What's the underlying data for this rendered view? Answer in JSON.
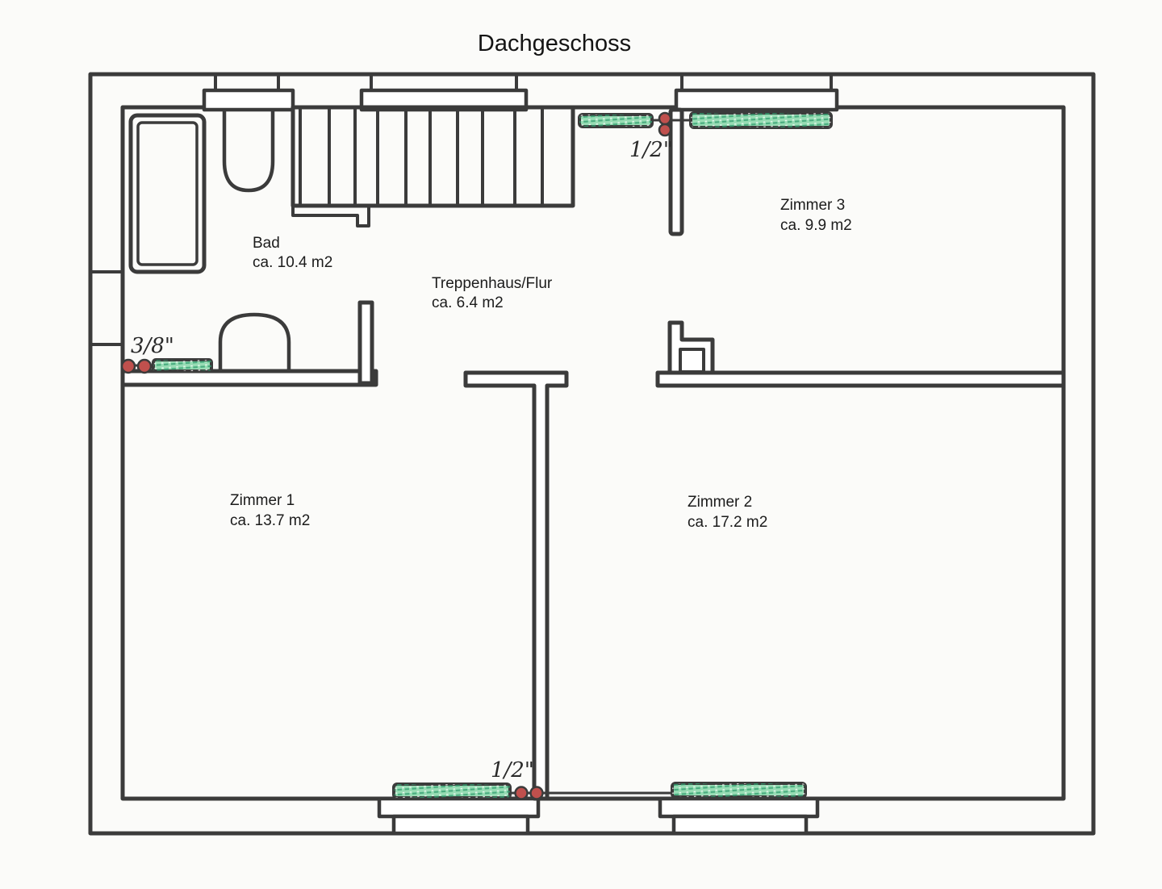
{
  "title": "Dachgeschoss",
  "rooms": [
    {
      "id": "bad",
      "name": "Bad",
      "area": "ca. 10.4 m2"
    },
    {
      "id": "treppenhaus",
      "name": "Treppenhaus/Flur",
      "area": "ca. 6.4 m2"
    },
    {
      "id": "zimmer1",
      "name": "Zimmer 1",
      "area": "ca. 13.7 m2"
    },
    {
      "id": "zimmer2",
      "name": "Zimmer 2",
      "area": "ca. 17.2 m2"
    },
    {
      "id": "zimmer3",
      "name": "Zimmer 3",
      "area": "ca. 9.9 m2"
    }
  ],
  "pipe_labels": {
    "top": "1/2\"",
    "bottom": "1/2\"",
    "left": "3/8\""
  },
  "colors": {
    "wall": "#3b3b3b",
    "radiator_fill": "#97dcb4",
    "radiator_hatch": "#2f9e6e",
    "valve": "#c0504d",
    "background": "#fbfbf9"
  }
}
